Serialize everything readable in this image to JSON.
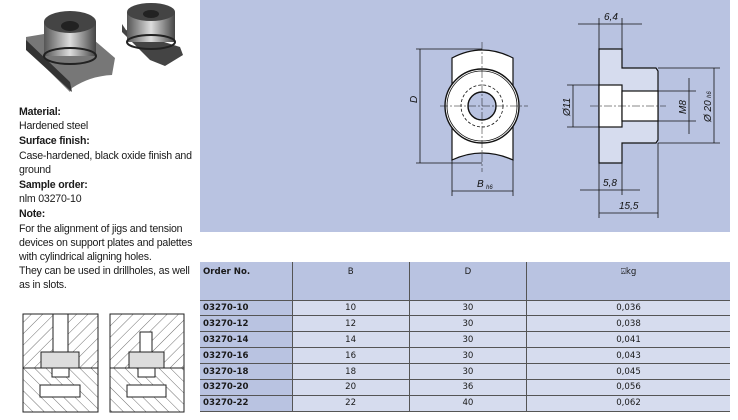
{
  "info": {
    "material_label": "Material:",
    "material": "Hardened steel",
    "surface_label": "Surface finish:",
    "surface": "Case-hardened, black oxide finish and ground",
    "sample_label": "Sample order:",
    "sample": "nlm 03270-10",
    "note_label": "Note:",
    "note1": "For the alignment of jigs and tension devices on support plates and palettes with cylindrical aligning holes.",
    "note2": "They can be used in drillholes, as well as in slots."
  },
  "drawing": {
    "d": "D",
    "b": "B",
    "b_tol": "h6",
    "dim_64": "6,4",
    "dim_11": "Ø11",
    "dim_m8": "M8",
    "dim_20": "Ø 20",
    "dim_20_tol": "h6",
    "dim_58": "5,8",
    "dim_155": "15,5"
  },
  "table": {
    "headers": [
      "Order No.",
      "B",
      "D",
      "kg"
    ],
    "rows": [
      [
        "03270-10",
        "10",
        "30",
        "0,036"
      ],
      [
        "03270-12",
        "12",
        "30",
        "0,038"
      ],
      [
        "03270-14",
        "14",
        "30",
        "0,041"
      ],
      [
        "03270-16",
        "16",
        "30",
        "0,043"
      ],
      [
        "03270-18",
        "18",
        "30",
        "0,045"
      ],
      [
        "03270-20",
        "20",
        "36",
        "0,056"
      ],
      [
        "03270-22",
        "22",
        "40",
        "0,062"
      ]
    ]
  }
}
